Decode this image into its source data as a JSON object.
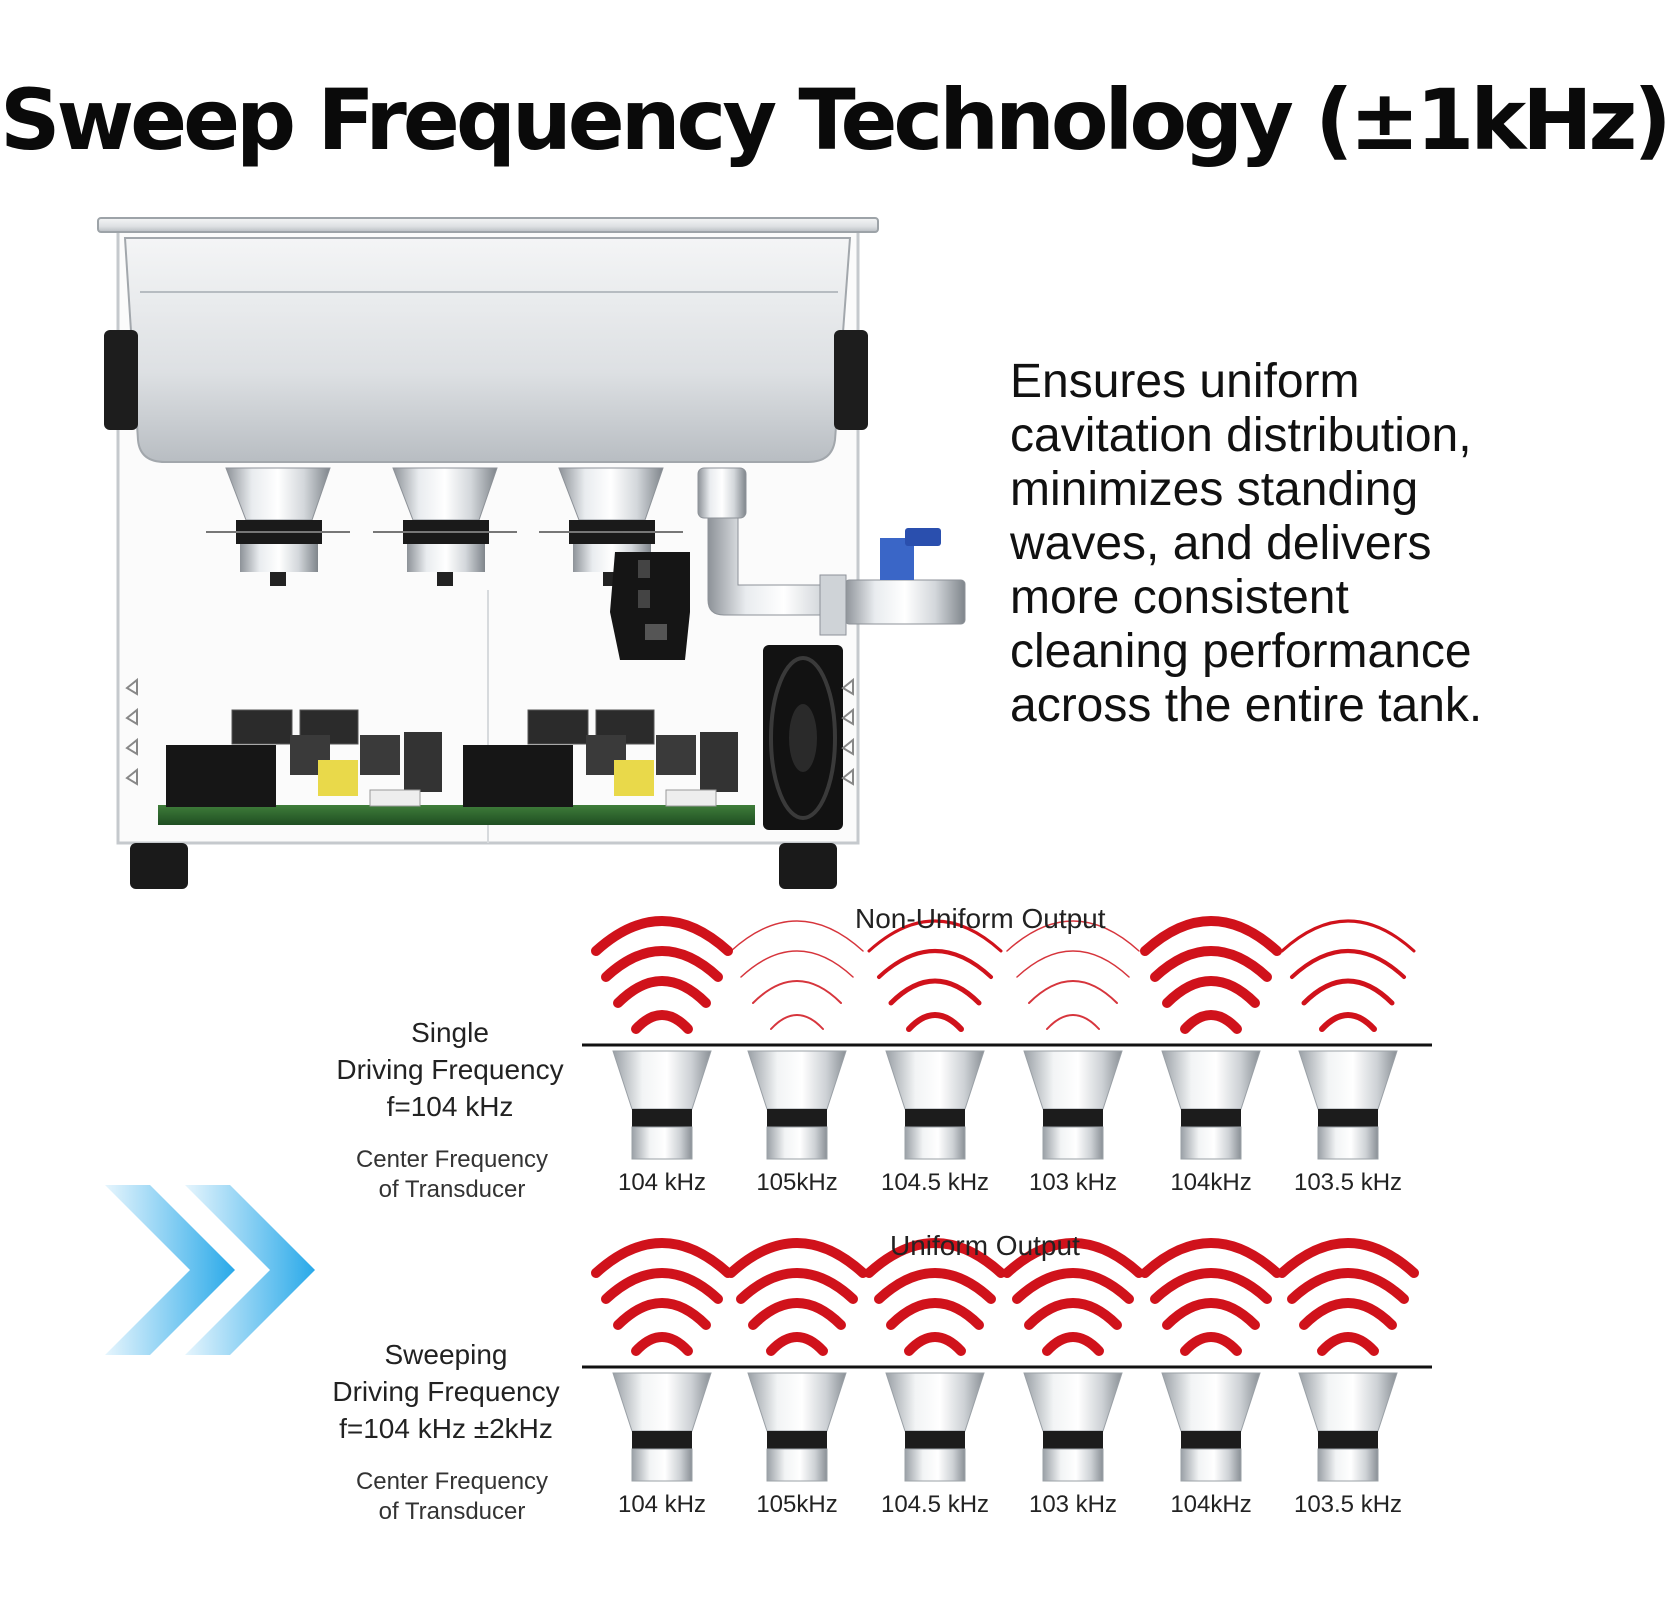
{
  "title": "Sweep Frequency Technology (±1kHz)",
  "description_lines": [
    "Ensures uniform",
    "cavitation distribution,",
    "minimizes standing",
    "waves, and delivers",
    "more consistent",
    "cleaning performance",
    "across the entire tank."
  ],
  "top_panel": {
    "heading": "Non-Uniform Output",
    "label_lines": [
      "Single",
      "Driving Frequency",
      "f=104 kHz"
    ],
    "center_label_lines": [
      "Center Frequency",
      "of Transducer"
    ],
    "frequencies": [
      "104 kHz",
      "105kHz",
      "104.5 kHz",
      "103 kHz",
      "104kHz",
      "103.5 kHz"
    ],
    "wave_strength": [
      "strong",
      "weak",
      "medium",
      "weak",
      "strong",
      "medium"
    ]
  },
  "bottom_panel": {
    "heading": "Uniform Output",
    "label_lines": [
      "Sweeping",
      "Driving Frequency",
      "f=104 kHz ±2kHz"
    ],
    "center_label_lines": [
      "Center Frequency",
      "of Transducer"
    ],
    "frequencies": [
      "104 kHz",
      "105kHz",
      "104.5 kHz",
      "103 kHz",
      "104kHz",
      "103.5 kHz"
    ],
    "wave_strength": [
      "strong",
      "strong",
      "strong",
      "strong",
      "strong",
      "strong"
    ]
  },
  "colors": {
    "wave_red": "#d0121b",
    "arrow_blue": "#29a9e9",
    "steel": "#c4c8cc",
    "band": "#1c1c1c"
  },
  "icons": [
    "ultrasonic-cleaner-illustration",
    "transducer-icon",
    "double-chevron-arrow-icon"
  ]
}
